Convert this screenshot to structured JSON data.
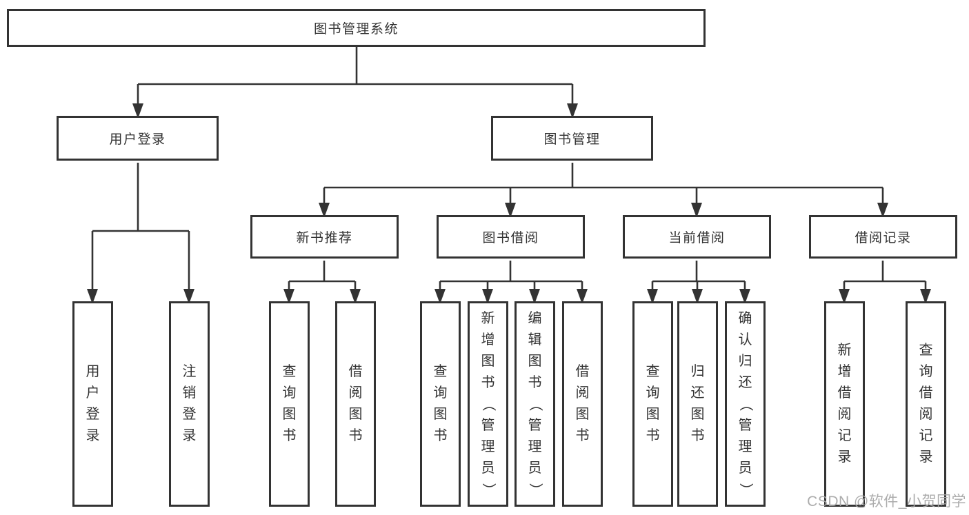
{
  "tree": {
    "root": {
      "label": "图书管理系统"
    },
    "children": [
      {
        "label": "用户登录",
        "children": [
          {
            "label": "用户登录"
          },
          {
            "label": "注销登录"
          }
        ]
      },
      {
        "label": "图书管理",
        "children": [
          {
            "label": "新书推荐",
            "children": [
              {
                "label": "查询图书"
              },
              {
                "label": "借阅图书"
              }
            ]
          },
          {
            "label": "图书借阅",
            "children": [
              {
                "label": "查询图书"
              },
              {
                "label": "新增图书（管理员）"
              },
              {
                "label": "编辑图书（管理员）"
              },
              {
                "label": "借阅图书"
              }
            ]
          },
          {
            "label": "当前借阅",
            "children": [
              {
                "label": "查询图书"
              },
              {
                "label": "归还图书"
              },
              {
                "label": "确认归还（管理员）"
              }
            ]
          },
          {
            "label": "借阅记录",
            "children": [
              {
                "label": "新增借阅记录"
              },
              {
                "label": "查询借阅记录"
              }
            ]
          }
        ]
      }
    ]
  },
  "watermark": {
    "text": "CSDN @软件_小贺同学"
  },
  "colors": {
    "line": "#333333",
    "text": "#333333",
    "box_background": "#ffffff",
    "watermark": "#a8a8a8",
    "background": "#ffffff"
  }
}
